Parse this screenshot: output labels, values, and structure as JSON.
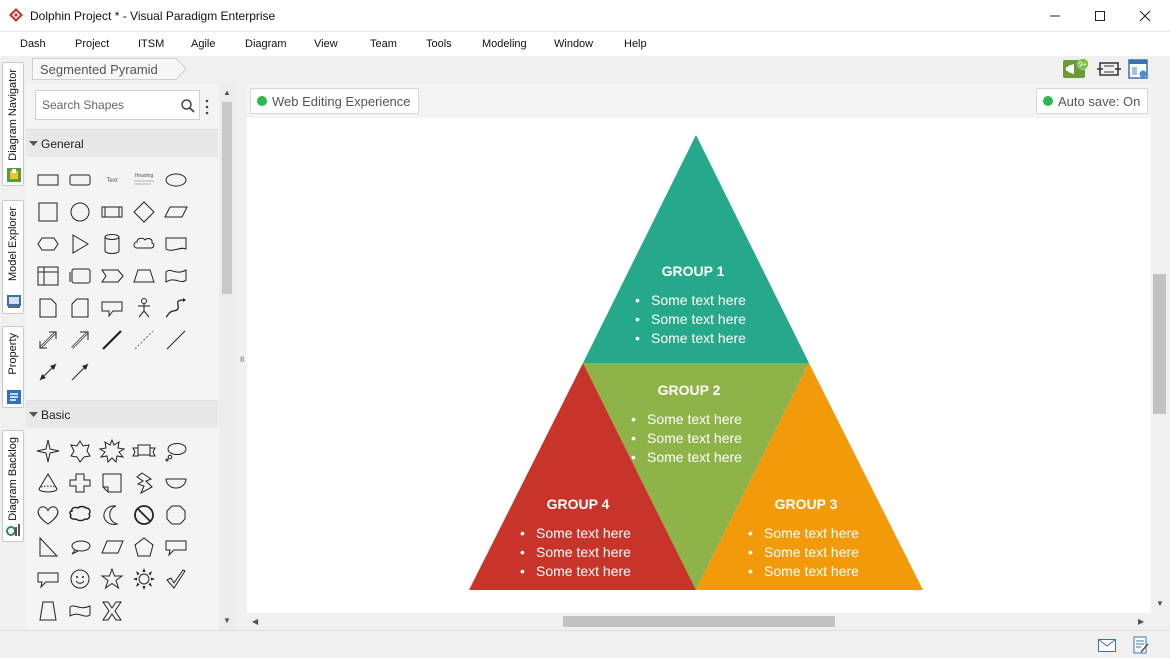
{
  "window": {
    "title": "Dolphin Project * - Visual Paradigm Enterprise",
    "minimize_label": "minimize",
    "maximize_label": "maximize",
    "close_label": "close"
  },
  "menu": [
    "Dash",
    "Project",
    "ITSM",
    "Agile",
    "Diagram",
    "View",
    "Team",
    "Tools",
    "Modeling",
    "Window",
    "Help"
  ],
  "left_tabs": [
    {
      "label": "Diagram Navigator",
      "icon": "diagram-navigator-icon"
    },
    {
      "label": "Model Explorer",
      "icon": "model-explorer-icon"
    },
    {
      "label": "Property",
      "icon": "property-icon"
    },
    {
      "label": "Diagram Backlog",
      "icon": "diagram-backlog-icon"
    }
  ],
  "breadcrumb": {
    "label": "Segmented Pyramid"
  },
  "palette": {
    "search_placeholder": "Search Shapes",
    "sections": [
      {
        "name": "General"
      },
      {
        "name": "Basic"
      }
    ],
    "general_text_shape": "Text",
    "general_heading_shape": "Heading"
  },
  "editor": {
    "web_editing": "Web Editing Experience",
    "auto_save": "Auto save: On",
    "notification_badge": "9+"
  },
  "pyramid": {
    "groups": [
      {
        "title": "GROUP 1",
        "items": [
          "Some text here",
          "Some text here",
          "Some text here"
        ],
        "color": "#26a98b"
      },
      {
        "title": "GROUP 2",
        "items": [
          "Some text here",
          "Some text here",
          "Some text here"
        ],
        "color": "#8db349"
      },
      {
        "title": "GROUP 3",
        "items": [
          "Some text here",
          "Some text here",
          "Some text here"
        ],
        "color": "#f39a0a"
      },
      {
        "title": "GROUP 4",
        "items": [
          "Some text here",
          "Some text here",
          "Some text here"
        ],
        "color": "#c8342a"
      }
    ]
  },
  "colors": {
    "accent_green": "#2db84c",
    "app_red": "#c8342a"
  }
}
